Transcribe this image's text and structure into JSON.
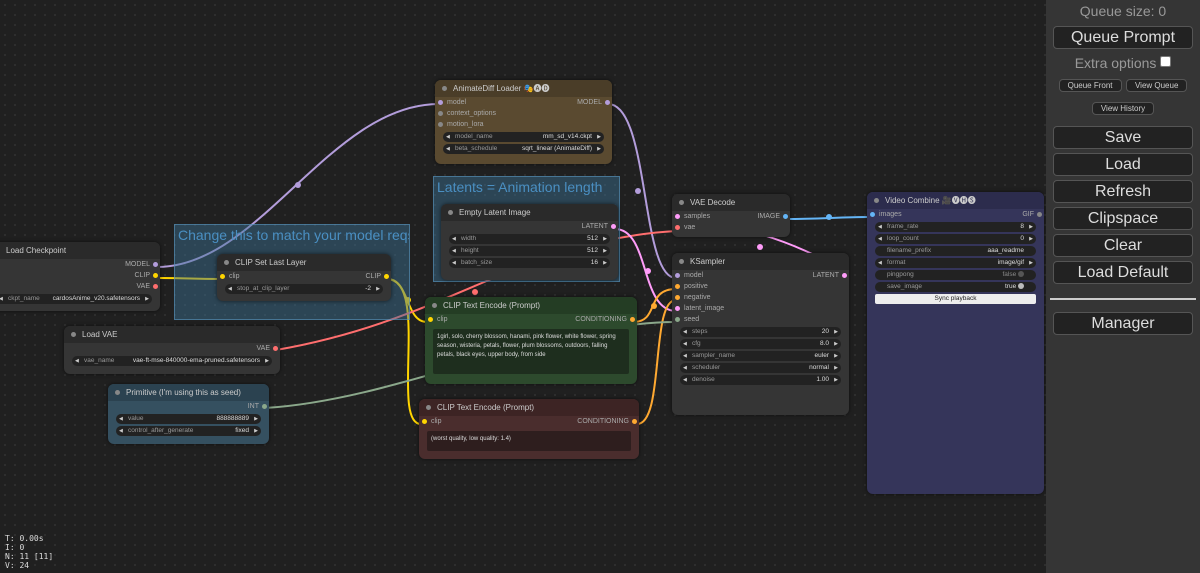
{
  "groups": {
    "model_reqs": "Change this to match your model reqs",
    "latents": "Latents = Animation length"
  },
  "nodes": {
    "load_checkpoint": {
      "title": "Load Checkpoint",
      "outputs": [
        "MODEL",
        "CLIP",
        "VAE"
      ],
      "ckpt_name": {
        "name": "ckpt_name",
        "value": "cardosAnime_v20.safetensors"
      }
    },
    "load_vae": {
      "title": "Load VAE",
      "output": "VAE",
      "vae_name": {
        "name": "vae_name",
        "value": "vae-ft-mse-840000-ema-pruned.safetensors"
      }
    },
    "primitive": {
      "title": "Primitive (I'm using this as seed)",
      "output": "INT",
      "value": {
        "name": "value",
        "value": "888888889"
      },
      "control": {
        "name": "control_after_generate",
        "value": "fixed"
      }
    },
    "clip_set_last_layer": {
      "title": "CLIP Set Last Layer",
      "input": "clip",
      "output": "CLIP",
      "stop": {
        "name": "stop_at_clip_layer",
        "value": "-2"
      }
    },
    "animatediff_loader": {
      "title": "AnimateDiff Loader",
      "title_icons": "🎭🅐🅓",
      "inputs": [
        "model",
        "context_options",
        "motion_lora"
      ],
      "output": "MODEL",
      "model_name": {
        "name": "model_name",
        "value": "mm_sd_v14.ckpt"
      },
      "beta_schedule": {
        "name": "beta_schedule",
        "value": "sqrt_linear (AnimateDiff)"
      }
    },
    "empty_latent": {
      "title": "Empty Latent Image",
      "output": "LATENT",
      "width": {
        "name": "width",
        "value": "512"
      },
      "height": {
        "name": "height",
        "value": "512"
      },
      "batch_size": {
        "name": "batch_size",
        "value": "16"
      }
    },
    "clip_pos": {
      "title": "CLIP Text Encode (Prompt)",
      "input": "clip",
      "output": "CONDITIONING",
      "text": "1girl, solo, cherry blossom, hanami, pink flower, white flower, spring season, wisteria, petals, flower, plum blossoms, outdoors, falling petals, black eyes, upper body, from side"
    },
    "clip_neg": {
      "title": "CLIP Text Encode (Prompt)",
      "input": "clip",
      "output": "CONDITIONING",
      "text": "(worst quality, low quality: 1.4)"
    },
    "vae_decode": {
      "title": "VAE Decode",
      "inputs": [
        "samples",
        "vae"
      ],
      "output": "IMAGE"
    },
    "ksampler": {
      "title": "KSampler",
      "inputs": [
        "model",
        "positive",
        "negative",
        "latent_image",
        "seed"
      ],
      "output": "LATENT",
      "steps": {
        "name": "steps",
        "value": "20"
      },
      "cfg": {
        "name": "cfg",
        "value": "8.0"
      },
      "sampler_name": {
        "name": "sampler_name",
        "value": "euler"
      },
      "scheduler": {
        "name": "scheduler",
        "value": "normal"
      },
      "denoise": {
        "name": "denoise",
        "value": "1.00"
      }
    },
    "video_combine": {
      "title": "Video Combine",
      "title_icons": "🎥🅥🅗🅢",
      "input": "images",
      "output": "GIF",
      "frame_rate": {
        "name": "frame_rate",
        "value": "8"
      },
      "loop_count": {
        "name": "loop_count",
        "value": "0"
      },
      "filename_prefix": {
        "name": "filename_prefix",
        "value": "aaa_readme"
      },
      "format": {
        "name": "format",
        "value": "image/gif"
      },
      "pingpong": {
        "name": "pingpong",
        "value": "false"
      },
      "save_image": {
        "name": "save_image",
        "value": "true"
      },
      "sync": "Sync playback"
    }
  },
  "menu": {
    "queue_size": "Queue size: 0",
    "queue_prompt": "Queue Prompt",
    "extra_options": "Extra options",
    "queue_front": "Queue Front",
    "view_queue": "View Queue",
    "view_history": "View History",
    "save": "Save",
    "load": "Load",
    "refresh": "Refresh",
    "clipspace": "Clipspace",
    "clear": "Clear",
    "load_default": "Load Default",
    "manager": "Manager"
  },
  "stats": {
    "t": "T: 0.00s",
    "i": "I: 0",
    "n": "N: 11 [11]",
    "v": "V: 24"
  },
  "colors": {
    "model": "#b39ddb",
    "clip": "#ffd500",
    "vae": "#ff6e6e",
    "latent": "#ff9cf9",
    "conditioning": "#ffa931",
    "image": "#64b5f6",
    "int": "#8ba88b"
  }
}
